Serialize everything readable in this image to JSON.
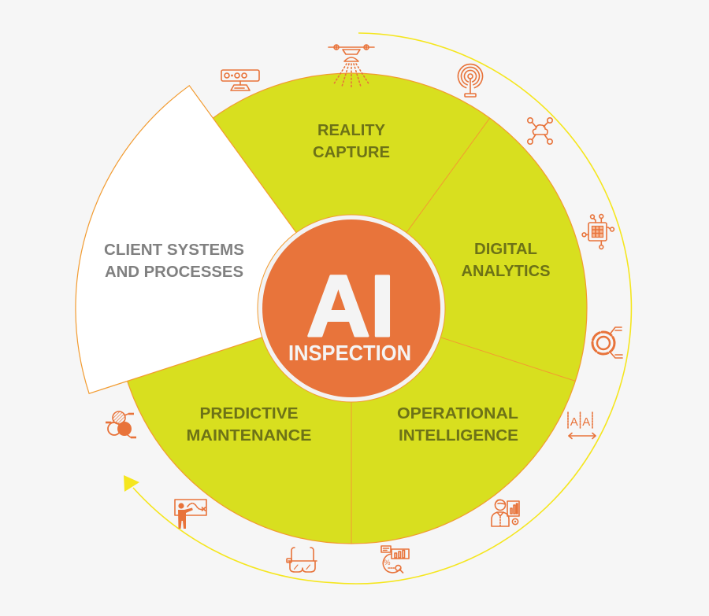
{
  "diagram": {
    "center": {
      "big_text": "AI",
      "sub_text": "INSPECTION"
    },
    "segments": [
      {
        "name": "client-systems-and-processes",
        "line1": "CLIENT SYSTEMS",
        "line2": "AND PROCESSES",
        "fill": "#FFFFFF",
        "exploded": true
      },
      {
        "name": "reality-capture",
        "line1": "REALITY",
        "line2": "CAPTURE",
        "fill": "#D8DF1F"
      },
      {
        "name": "digital-analytics",
        "line1": "DIGITAL",
        "line2": "ANALYTICS",
        "fill": "#D8DF1F"
      },
      {
        "name": "operational-intelligence",
        "line1": "OPERATIONAL",
        "line2": "INTELLIGENCE",
        "fill": "#D8DF1F"
      },
      {
        "name": "predictive-maintenance",
        "line1": "PREDICTIVE",
        "line2": "MAINTENANCE",
        "fill": "#D8DF1F"
      }
    ],
    "outer_icons": [
      "depth-sensor-icon",
      "drone-sprayer-icon",
      "radio-antenna-icon",
      "cloud-network-icon",
      "microchip-icon",
      "cycle-process-icon",
      "text-compare-icon",
      "analyst-report-icon",
      "analytics-search-icon",
      "smart-glasses-icon",
      "presenter-whiteboard-icon",
      "venn-diagram-icon"
    ],
    "icon_glyphs": {
      "text_compare_letter": "A",
      "percent_sign": "%"
    },
    "cycle_arrow": {
      "direction": "clockwise"
    }
  },
  "colors": {
    "background": "#F6F6F6",
    "segment_green": "#D8DF1F",
    "segment_white": "#FFFFFF",
    "label_olive": "#6D7217",
    "label_grey": "#808080",
    "center_orange": "#E8743B",
    "center_ring": "#F3F3F3",
    "center_text": "#F4F4F4",
    "outline_orange": "#F29B30",
    "icon_orange": "#E8733A",
    "cycle_yellow": "#F5E61E"
  }
}
